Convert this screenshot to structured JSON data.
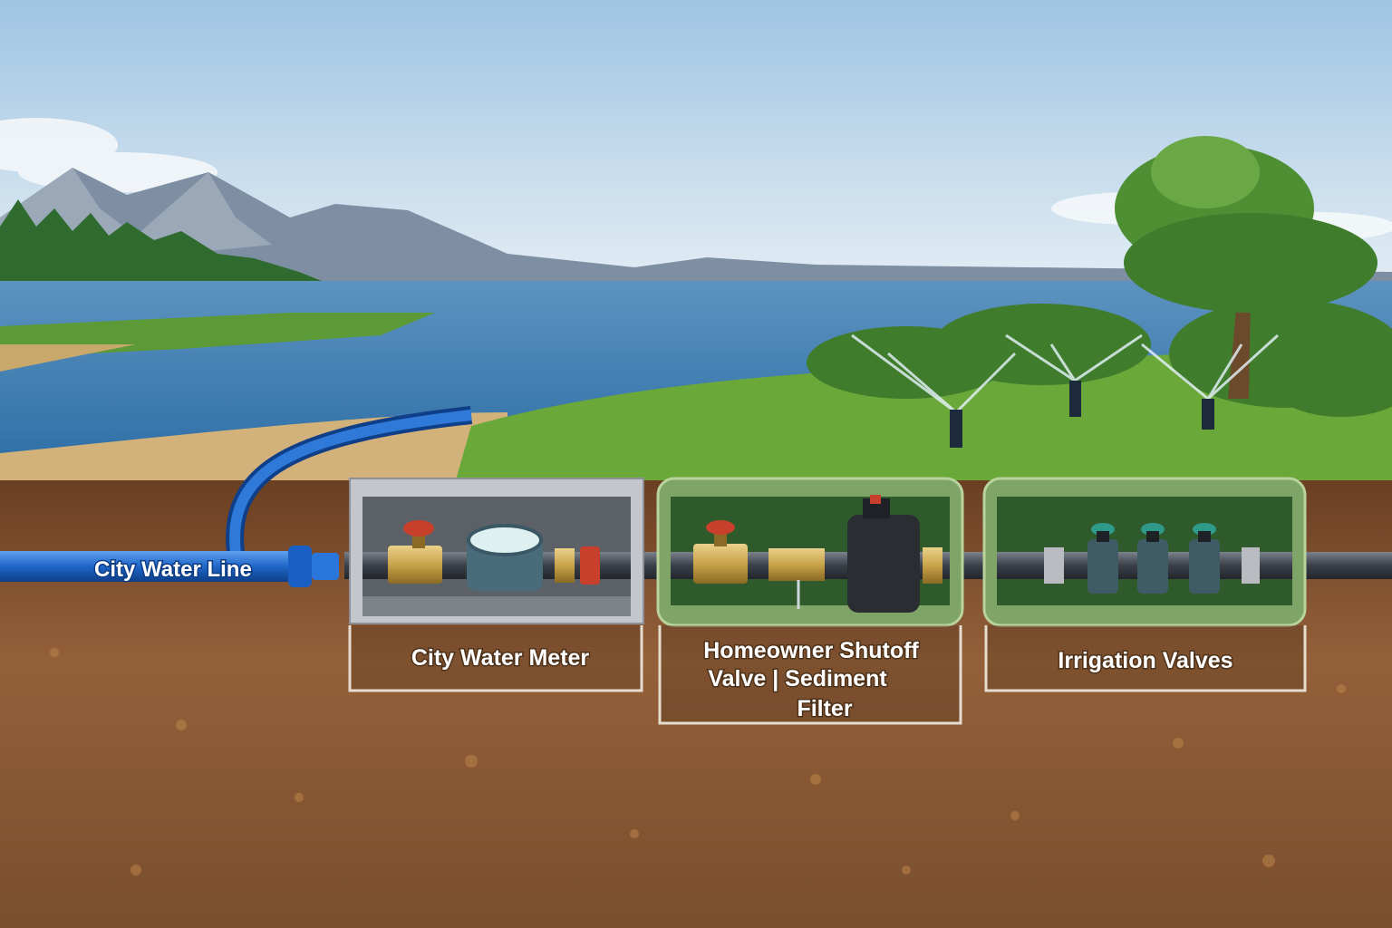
{
  "labels": {
    "city_water_line": "City Water Line",
    "city_water_meter": "City Water Meter",
    "shutoff_line1": "Homeowner Shutoff",
    "shutoff_line2": "Valve | Sediment",
    "shutoff_line3": "Filter",
    "irrigation_valves": "Irrigation Valves"
  },
  "colors": {
    "sky_top": "#a9cbe6",
    "lake": "#3f7fb3",
    "grass": "#6aa83a",
    "soil": "#8a5a32",
    "city_pipe": "#1f66c8",
    "meter_box": "#b9bcc0",
    "valve_box": "#5f8b48",
    "pipe": "#4a5058",
    "brass": "#c9a34a",
    "valve_handle": "#c8402c",
    "irrigation_cap": "#2f9a8a"
  }
}
